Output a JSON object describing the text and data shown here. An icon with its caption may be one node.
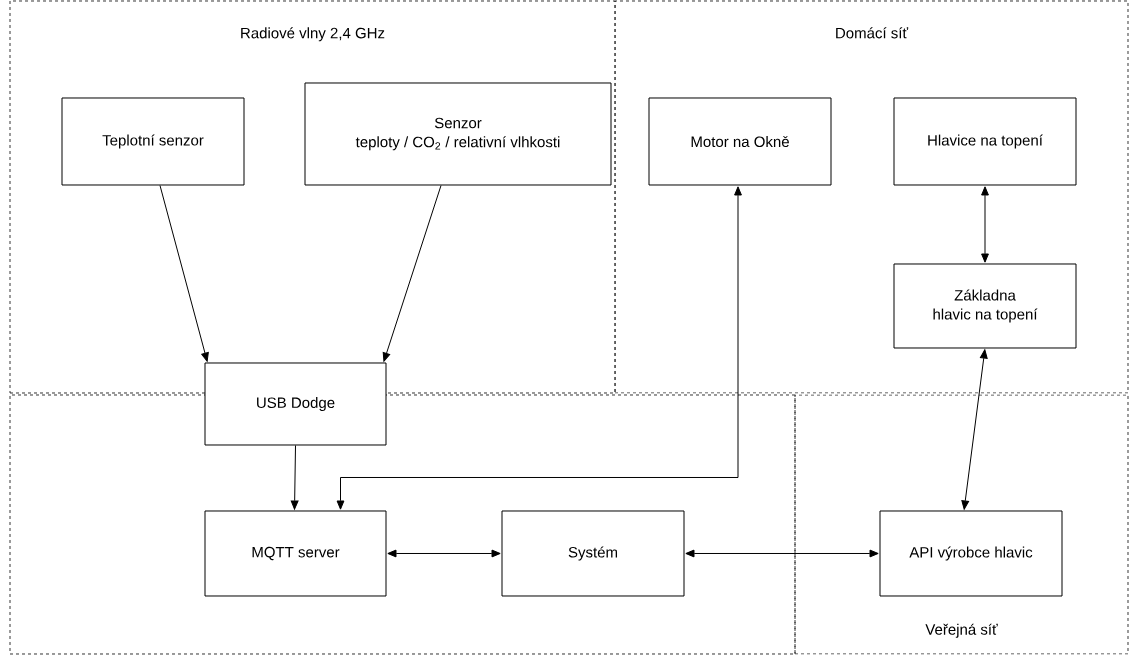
{
  "diagram": {
    "nodes": [
      {
        "text": [
          "Radiové vlny 2,4 GHz"
        ]
      },
      {
        "text": [
          "Teplotní senzor"
        ],
        "in": 0
      },
      {
        "text": [
          "Senzor",
          "teploty / CO$_{2}$ / relativní vlhkosti"
        ],
        "in": 0
      },
      {
        "text": [
          "Domácí síť"
        ]
      },
      {
        "text": [
          "Motor na Okně"
        ],
        "in": 3
      },
      {
        "text": [
          "Hlavice na topení"
        ],
        "in": 3
      },
      {
        "text": [
          "Základna",
          "hlavic na topení"
        ],
        "in": 3
      },
      {
        "text": [
          "USB Dodge"
        ]
      },
      {
        "text": [],
        "shape": "box"
      },
      {
        "text": [
          "MQTT server"
        ],
        "in": 8
      },
      {
        "text": [
          "Systém"
        ],
        "in": 8
      },
      {
        "text": [
          "Veřejná síť"
        ]
      },
      {
        "text": [
          "API výrobce hlavic"
        ],
        "in": 11
      }
    ],
    "edges": [
      {
        "from": 1,
        "to": 7,
        "arrow": "to"
      },
      {
        "from": 2,
        "to": 7,
        "arrow": "to"
      },
      {
        "from": 7,
        "to": 9,
        "arrow": "to"
      },
      {
        "from": 9,
        "to": 4,
        "arrow": "both"
      },
      {
        "from": 5,
        "to": 6,
        "arrow": "both"
      },
      {
        "from": 6,
        "to": 12,
        "arrow": "both"
      },
      {
        "from": 9,
        "to": 10,
        "arrow": "both"
      },
      {
        "from": 10,
        "to": 12,
        "arrow": "both"
      }
    ]
  }
}
